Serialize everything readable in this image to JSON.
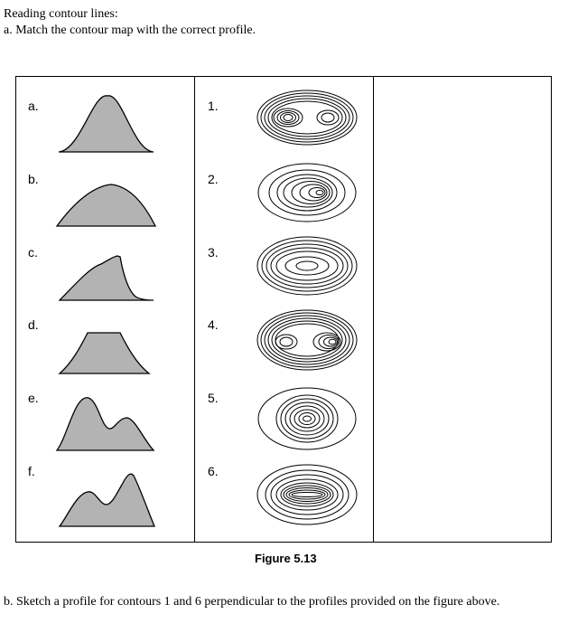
{
  "header": {
    "title": "Reading contour lines:",
    "instruction_a": "a.  Match the contour map with the correct profile."
  },
  "figure": {
    "profile_labels": [
      "a.",
      "b.",
      "c.",
      "d.",
      "e.",
      "f."
    ],
    "map_labels": [
      "1.",
      "2.",
      "3.",
      "4.",
      "5.",
      "6."
    ],
    "caption": "Figure 5.13",
    "profile_fill": "#b3b3b3"
  },
  "footer": {
    "instruction_b": "b.  Sketch a profile for contours 1 and 6 perpendicular to the profiles provided on the figure above."
  }
}
